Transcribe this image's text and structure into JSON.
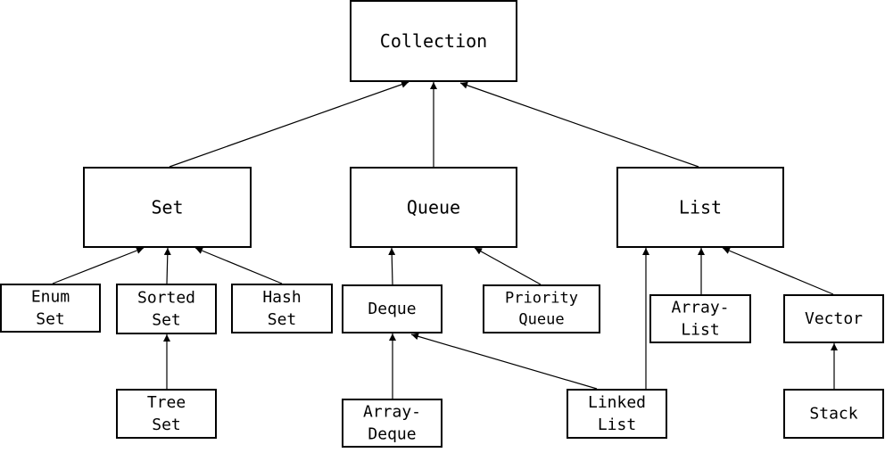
{
  "nodes": [
    {
      "id": "collection",
      "lines": [
        "Collection"
      ]
    },
    {
      "id": "set",
      "lines": [
        "Set"
      ]
    },
    {
      "id": "queue",
      "lines": [
        "Queue"
      ]
    },
    {
      "id": "list",
      "lines": [
        "List"
      ]
    },
    {
      "id": "enum-set",
      "lines": [
        "Enum",
        "Set"
      ]
    },
    {
      "id": "sorted-set",
      "lines": [
        "Sorted",
        "Set"
      ]
    },
    {
      "id": "hash-set",
      "lines": [
        "Hash",
        "Set"
      ]
    },
    {
      "id": "deque",
      "lines": [
        "Deque"
      ]
    },
    {
      "id": "priority-queue",
      "lines": [
        "Priority",
        "Queue"
      ]
    },
    {
      "id": "array-list",
      "lines": [
        "Array-",
        "List"
      ]
    },
    {
      "id": "vector",
      "lines": [
        "Vector"
      ]
    },
    {
      "id": "tree-set",
      "lines": [
        "Tree",
        "Set"
      ]
    },
    {
      "id": "array-deque",
      "lines": [
        "Array-",
        "Deque"
      ]
    },
    {
      "id": "linked-list",
      "lines": [
        "Linked",
        "List"
      ]
    },
    {
      "id": "stack",
      "lines": [
        "Stack"
      ]
    }
  ],
  "edges": [
    {
      "from": "set",
      "to": "collection"
    },
    {
      "from": "queue",
      "to": "collection"
    },
    {
      "from": "list",
      "to": "collection"
    },
    {
      "from": "enum-set",
      "to": "set"
    },
    {
      "from": "sorted-set",
      "to": "set"
    },
    {
      "from": "hash-set",
      "to": "set"
    },
    {
      "from": "deque",
      "to": "queue"
    },
    {
      "from": "priority-queue",
      "to": "queue"
    },
    {
      "from": "array-list",
      "to": "list"
    },
    {
      "from": "vector",
      "to": "list"
    },
    {
      "from": "tree-set",
      "to": "sorted-set"
    },
    {
      "from": "array-deque",
      "to": "deque"
    },
    {
      "from": "linked-list",
      "to": "deque"
    },
    {
      "from": "linked-list",
      "to": "list"
    },
    {
      "from": "stack",
      "to": "vector"
    }
  ]
}
